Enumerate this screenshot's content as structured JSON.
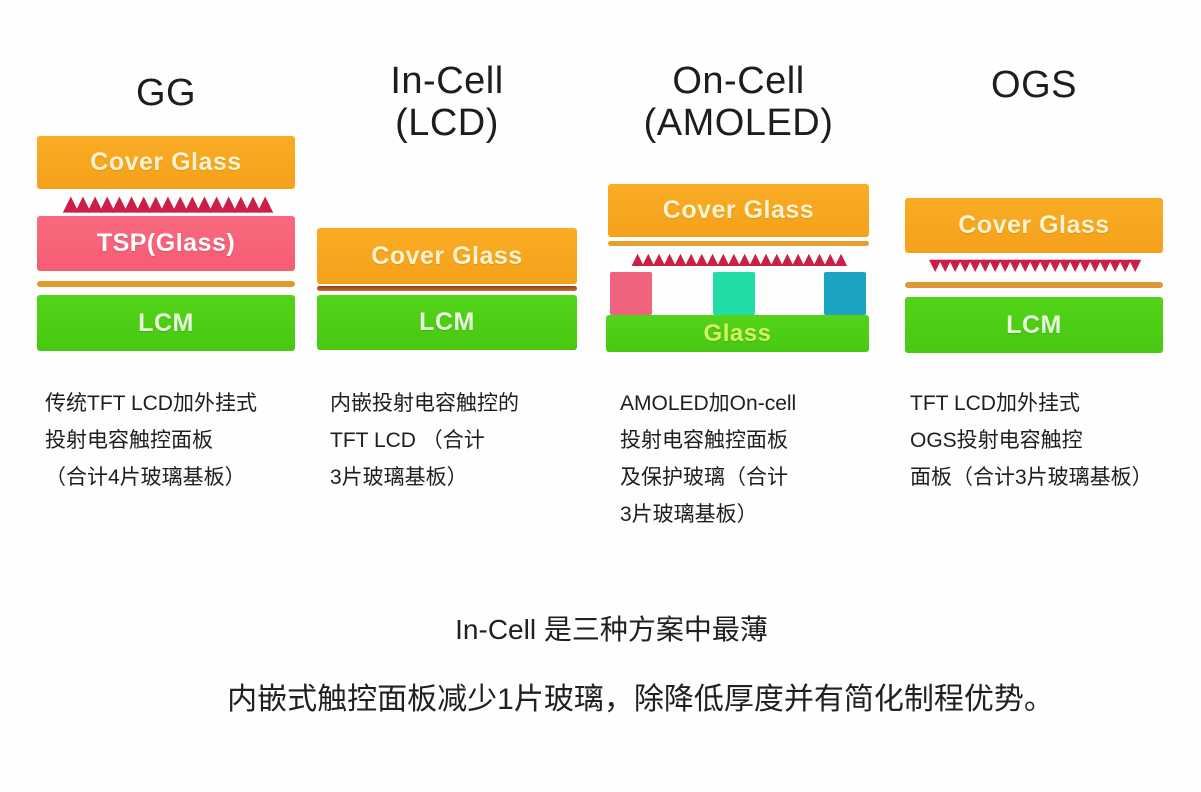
{
  "diagram": {
    "type": "touch-panel-stack-comparison",
    "background": "#fefefe"
  },
  "palette": {
    "cover_glass_orange": "#f7a71f",
    "tsp_pink": "#f8647a",
    "lcm_green": "#4ecf17",
    "triangle_red": "#cb1f48",
    "adhesive_orange_line": "#e2992c",
    "incell_dark_line": "#a34b22",
    "electrode_pink": "#f0627d",
    "electrode_teal": "#22dca8",
    "electrode_blue": "#1ba3c3",
    "text_black": "#1e1e1e"
  },
  "columns": [
    {
      "key": "gg",
      "title_line1": "GG",
      "labels": {
        "cover_glass": "Cover Glass",
        "tsp": "TSP(Glass)",
        "lcm": "LCM"
      },
      "description_lines": [
        "传统TFT LCD加外挂式",
        "投射电容触控面板",
        "（合计4片玻璃基板）"
      ]
    },
    {
      "key": "in-cell",
      "title_line1": "In-Cell",
      "title_line2": "(LCD)",
      "labels": {
        "cover_glass": "Cover Glass",
        "lcm": "LCM"
      },
      "description_lines": [
        "内嵌投射电容触控的",
        "TFT LCD （合计",
        "3片玻璃基板）"
      ]
    },
    {
      "key": "on-cell",
      "title_line1": "On-Cell",
      "title_line2": "(AMOLED)",
      "labels": {
        "cover_glass": "Cover Glass",
        "glass": "Glass"
      },
      "description_lines": [
        "AMOLED加On-cell",
        "投射电容触控面板",
        "及保护玻璃（合计",
        "3片玻璃基板）"
      ]
    },
    {
      "key": "ogs",
      "title_line1": "OGS",
      "labels": {
        "cover_glass": "Cover Glass",
        "lcm": "LCM"
      },
      "description_lines": [
        "TFT LCD加外挂式",
        "OGS投射电容触控",
        "面板（合计3片玻璃基板）"
      ]
    }
  ],
  "decor": {
    "triangles_up_gg": "▲▲▲▲▲▲▲▲▲▲▲▲▲▲▲▲▲",
    "triangles_up_oncell": "▲▲▲▲▲▲▲▲▲▲▲▲▲▲▲▲▲▲▲▲",
    "triangles_down_ogs": "▼▼▼▼▼▼▼▼▼▼▼▼▼▼▼▼▼▼▼▼▼"
  },
  "footer": {
    "line1": "In-Cell 是三种方案中最薄",
    "line2": "内嵌式触控面板减少1片玻璃，除降低厚度并有简化制程优势。"
  }
}
